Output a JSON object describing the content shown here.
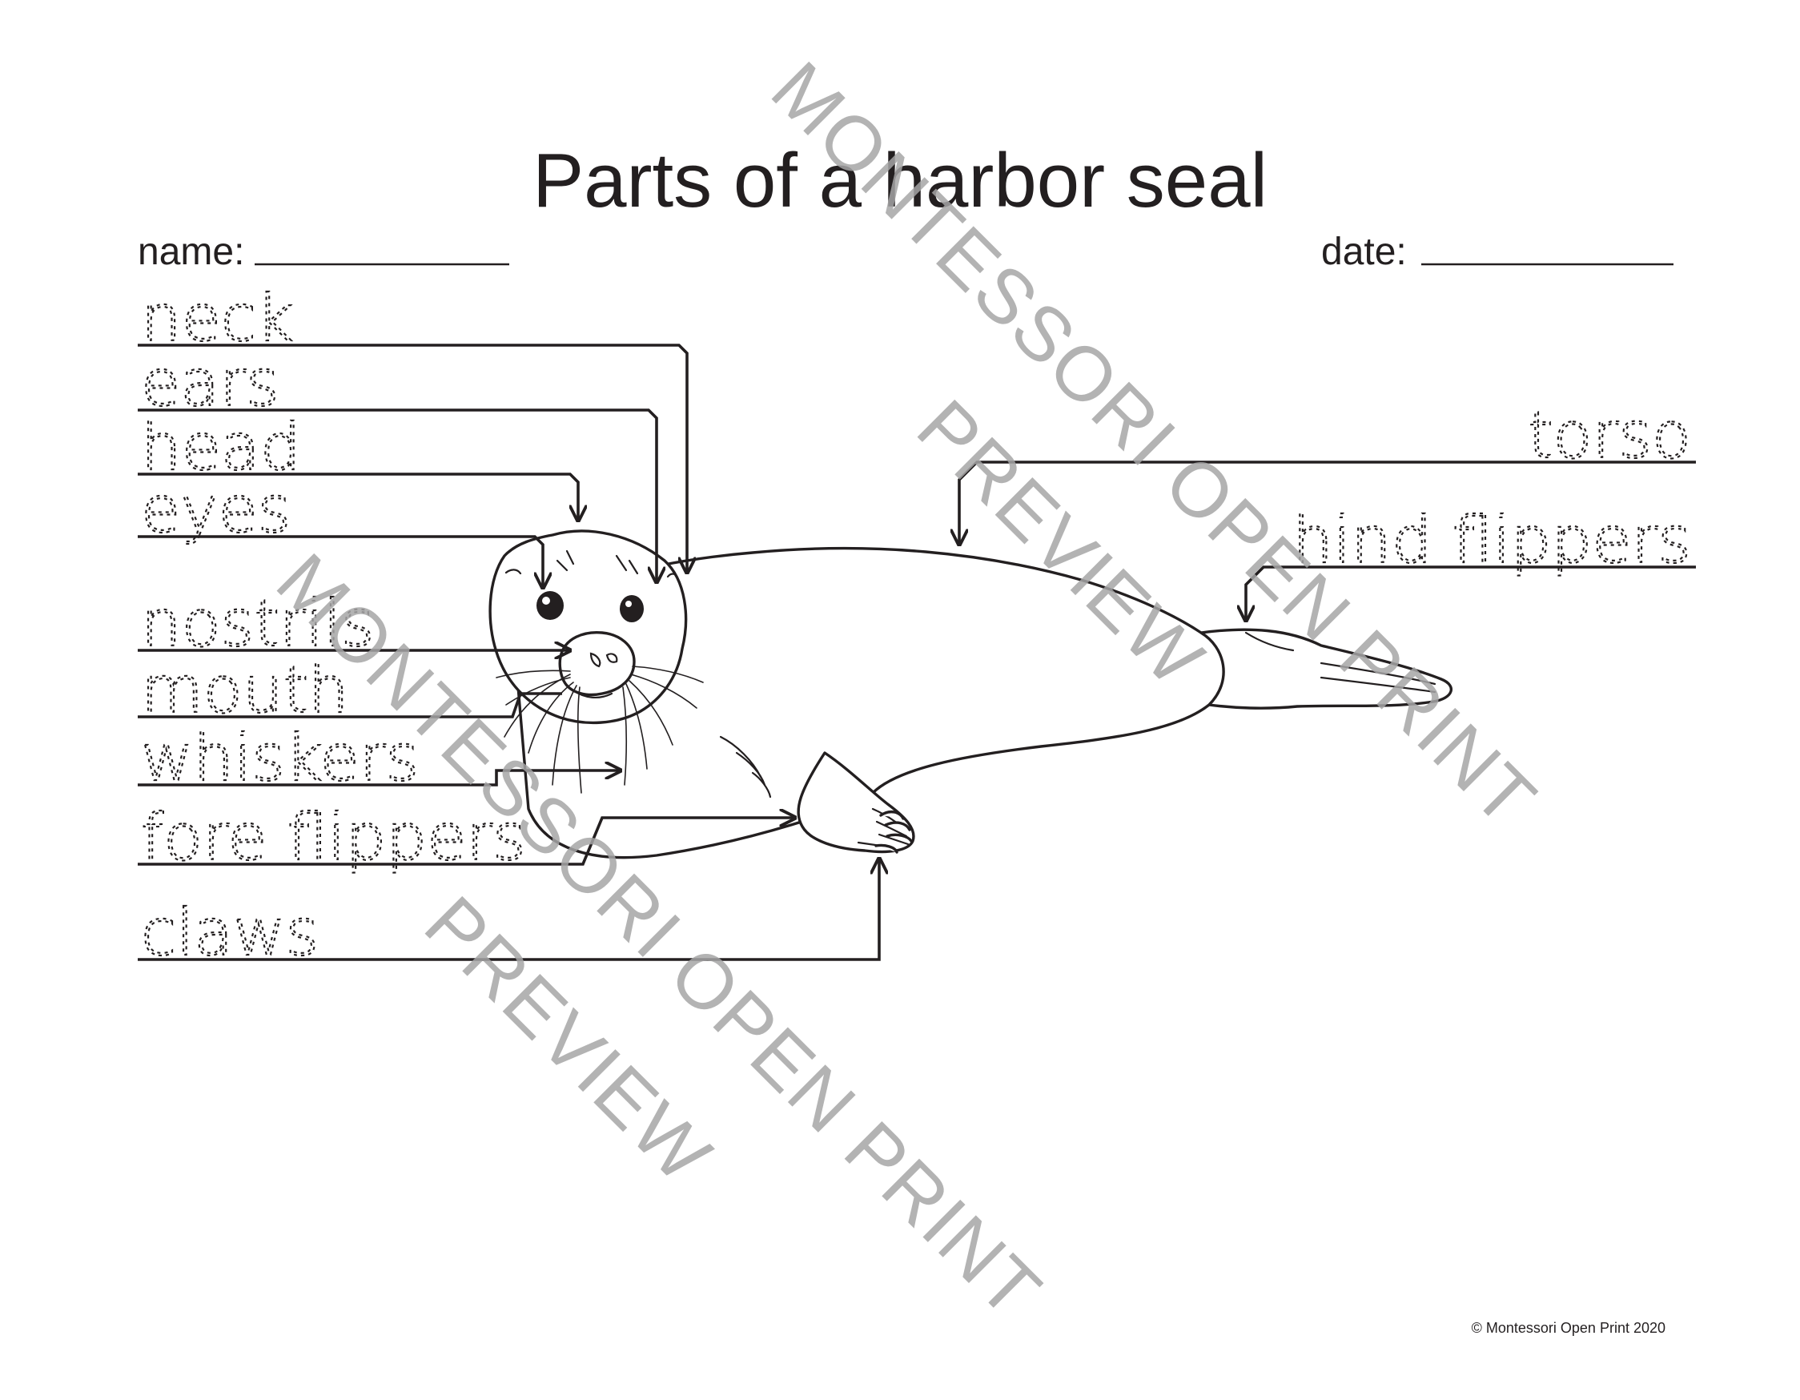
{
  "title": "Parts of a harbor seal",
  "fields": {
    "name_label": "name:",
    "date_label": "date:"
  },
  "labels": {
    "neck": "neck",
    "ears": "ears",
    "head": "head",
    "eyes": "eyes",
    "nostrils": "nostrils",
    "mouth": "mouth",
    "whiskers": "whiskers",
    "fore_flippers": "fore flippers",
    "claws": "claws",
    "torso": "torso",
    "hind_flippers": "hind flippers"
  },
  "watermark": {
    "line1": "MONTESSORI OPEN PRINT",
    "line2": "PREVIEW"
  },
  "copyright": "© Montessori Open Print 2020",
  "colors": {
    "ink": "#231f20",
    "watermark": "#a6a6a6"
  }
}
